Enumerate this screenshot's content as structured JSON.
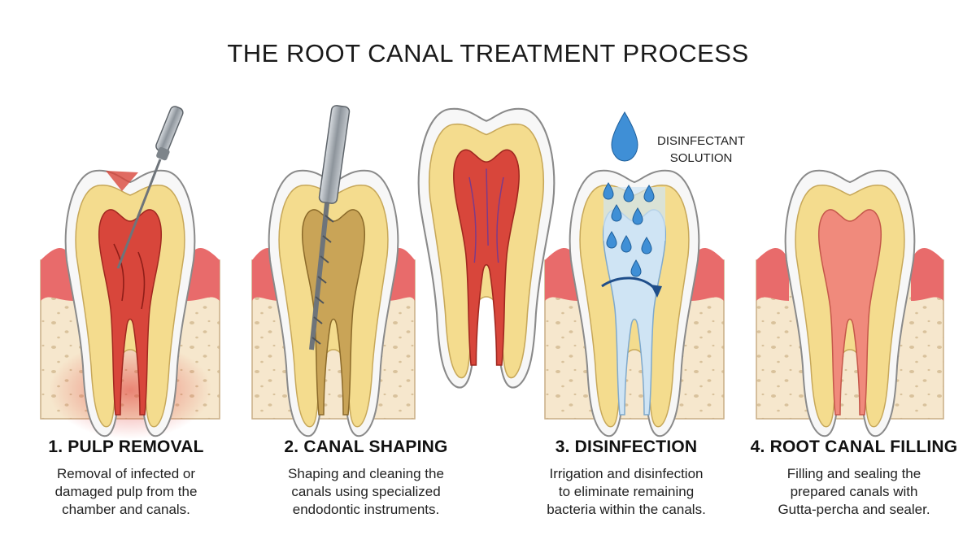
{
  "title": "THE ROOT CANAL TREATMENT PROCESS",
  "annotation": {
    "line1": "DISINFECTANT",
    "line2": "SOLUTION"
  },
  "steps": [
    {
      "heading": "1. PULP REMOVAL",
      "lines": [
        "Removal of infected or",
        "damaged pulp from the",
        "chamber and canals."
      ]
    },
    {
      "heading": "2. CANAL SHAPING",
      "lines": [
        "Shaping and cleaning the",
        "canals using specialized",
        "endodontic instruments."
      ]
    },
    {
      "heading": "3. DISINFECTION",
      "lines": [
        "Irrigation and disinfection",
        "to eliminate remaining",
        "bacteria within the canals."
      ]
    },
    {
      "heading": "4. ROOT CANAL FILLING",
      "lines": [
        "Filling and sealing the",
        "prepared canals with",
        "Gutta-percha and sealer."
      ]
    }
  ],
  "colors": {
    "gum": "#e86b6b",
    "bone": "#f6e7cd",
    "enamel": "#f7f7f7",
    "dentin": "#f4dc8e",
    "pulp_infected": "#d8463b",
    "pulp_cleaned": "#c9a457",
    "solution": "#cfe4f4",
    "drop": "#3f8fd6",
    "filling": "#f08a7c",
    "metal": "#9ea5ad"
  },
  "icons": [
    "endodontic-file-icon",
    "reamer-icon",
    "droplet-icon",
    "flow-arrow-icon"
  ]
}
